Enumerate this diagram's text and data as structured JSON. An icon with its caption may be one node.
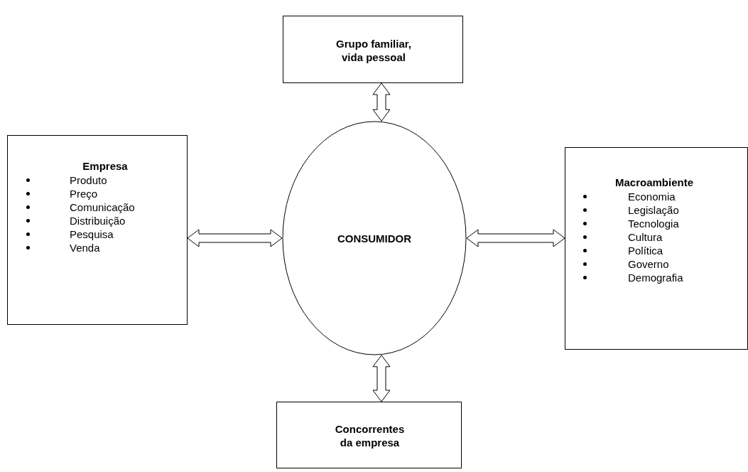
{
  "diagram": {
    "nodes": [
      {
        "text": [
          "Grupo familiar, vida pessoal"
        ]
      },
      {
        "text": [
          "Empresa",
          "Produto",
          "Preço",
          "Comunicação",
          "Distribuição",
          "Pesquisa",
          "Venda"
        ]
      },
      {
        "text": [
          "CONSUMIDOR"
        ]
      },
      {
        "text": [
          "Macroambiente",
          "Economia",
          "Legislação",
          "Tecnologia",
          "Cultura",
          "Política",
          "Governo",
          "Demografia"
        ]
      },
      {
        "text": [
          "Concorrentes da empresa"
        ]
      }
    ],
    "edges": [
      {
        "from": 0,
        "to": 2,
        "arrow": "both"
      },
      {
        "from": 1,
        "to": 2,
        "arrow": "both"
      },
      {
        "from": 2,
        "to": 3,
        "arrow": "both"
      },
      {
        "from": 2,
        "to": 4,
        "arrow": "both"
      }
    ]
  }
}
